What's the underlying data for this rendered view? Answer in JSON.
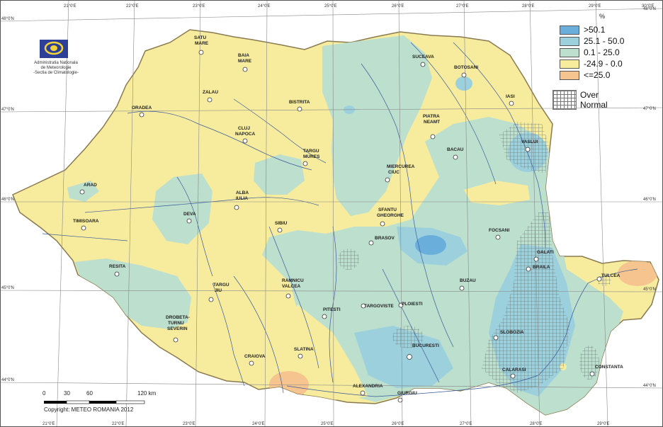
{
  "legend": {
    "unit": "%",
    "items": [
      {
        "label": ">50.1",
        "color": "#6aaedc"
      },
      {
        "label": "25.1 - 50.0",
        "color": "#9dd0dd"
      },
      {
        "label": "0.1 - 25.0",
        "color": "#bcdfce"
      },
      {
        "label": "-24.9 - 0.0",
        "color": "#f7ec9e"
      },
      {
        "label": "<=25.0",
        "color": "#f6c48f"
      }
    ],
    "over_normal_line1": "Over",
    "over_normal_line2": "Normal"
  },
  "logo": {
    "line1": "Administratia Nationala",
    "line2": "de Meteorologie",
    "line3": "-Sectia de Climatologie-"
  },
  "scale": {
    "ticks": [
      "0",
      "30",
      "60",
      "120 km"
    ]
  },
  "copyright": "Copyright: METEO ROMANIA 2012",
  "grid_labels_top": [
    "21°0'E",
    "22°0'E",
    "23°0'E",
    "24°0'E",
    "25°0'E",
    "26°0'E",
    "27°0'E",
    "28°0'E",
    "29°0'E",
    "30°0'E"
  ],
  "grid_labels_bottom": [
    "21°0'E",
    "22°0'E",
    "23°0'E",
    "24°0'E",
    "25°0'E",
    "26°0'E",
    "27°0'E",
    "28°0'E",
    "29°0'E"
  ],
  "grid_labels_left": [
    "48°0'N",
    "47°0'N",
    "46°0'N",
    "45°0'N",
    "44°0'N"
  ],
  "grid_labels_right": [
    "48°0'N",
    "47°0'N",
    "46°0'N",
    "45°0'N",
    "44°0'N"
  ],
  "cities": {
    "satu_mare": [
      "SATU",
      "MARE"
    ],
    "baia_mare": [
      "BAIA",
      "MARE"
    ],
    "suceava": "SUCEAVA",
    "botosani": "BOTOSANI",
    "iasi": "IASI",
    "zalau": "ZALAU",
    "oradea": "ORADEA",
    "bistrita": "BISTRITA",
    "piatra_neamt": [
      "PIATRA",
      "NEAMT"
    ],
    "cluj_napoca": [
      "CLUJ",
      "NAPOCA"
    ],
    "vaslui": "VASLUI",
    "bacau": "BACAU",
    "targu_mures": [
      "TARGU",
      "MURES"
    ],
    "miercurea_ciuc": [
      "MIERCUREA",
      "CIUC"
    ],
    "arad": "ARAD",
    "alba_iulia": [
      "ALBA",
      "IULIA"
    ],
    "deva": "DEVA",
    "sfantu_gheorghe": [
      "SFANTU",
      "GHEORGHE"
    ],
    "timisoara": "TIMISOARA",
    "sibiu": "SIBIU",
    "focsani": "FOCSANI",
    "brasov": "BRASOV",
    "galati": "GALATI",
    "braila": "BRAILA",
    "tulcea": "TULCEA",
    "resita": "RESITA",
    "buzau": "BUZAU",
    "targu_jiu": [
      "TARGU",
      "JIU"
    ],
    "ramnicu_valcea": [
      "RAMNICU",
      "VALCEA"
    ],
    "pitesti": "PITESTI",
    "targoviste": "TARGOVISTE",
    "ploiesti": "PLOIESTI",
    "drobeta": [
      "DROBETA-",
      "TURNU",
      "SEVERIN"
    ],
    "slobozia": "SLOBOZIA",
    "bucuresti": "BUCURESTI",
    "slatina": "SLATINA",
    "craiova": "CRAIOVA",
    "calarasi": "CALARASI",
    "constanta": "CONSTANTA",
    "alexandria": "ALEXANDRIA",
    "giurgiu": "GIURGIU"
  }
}
